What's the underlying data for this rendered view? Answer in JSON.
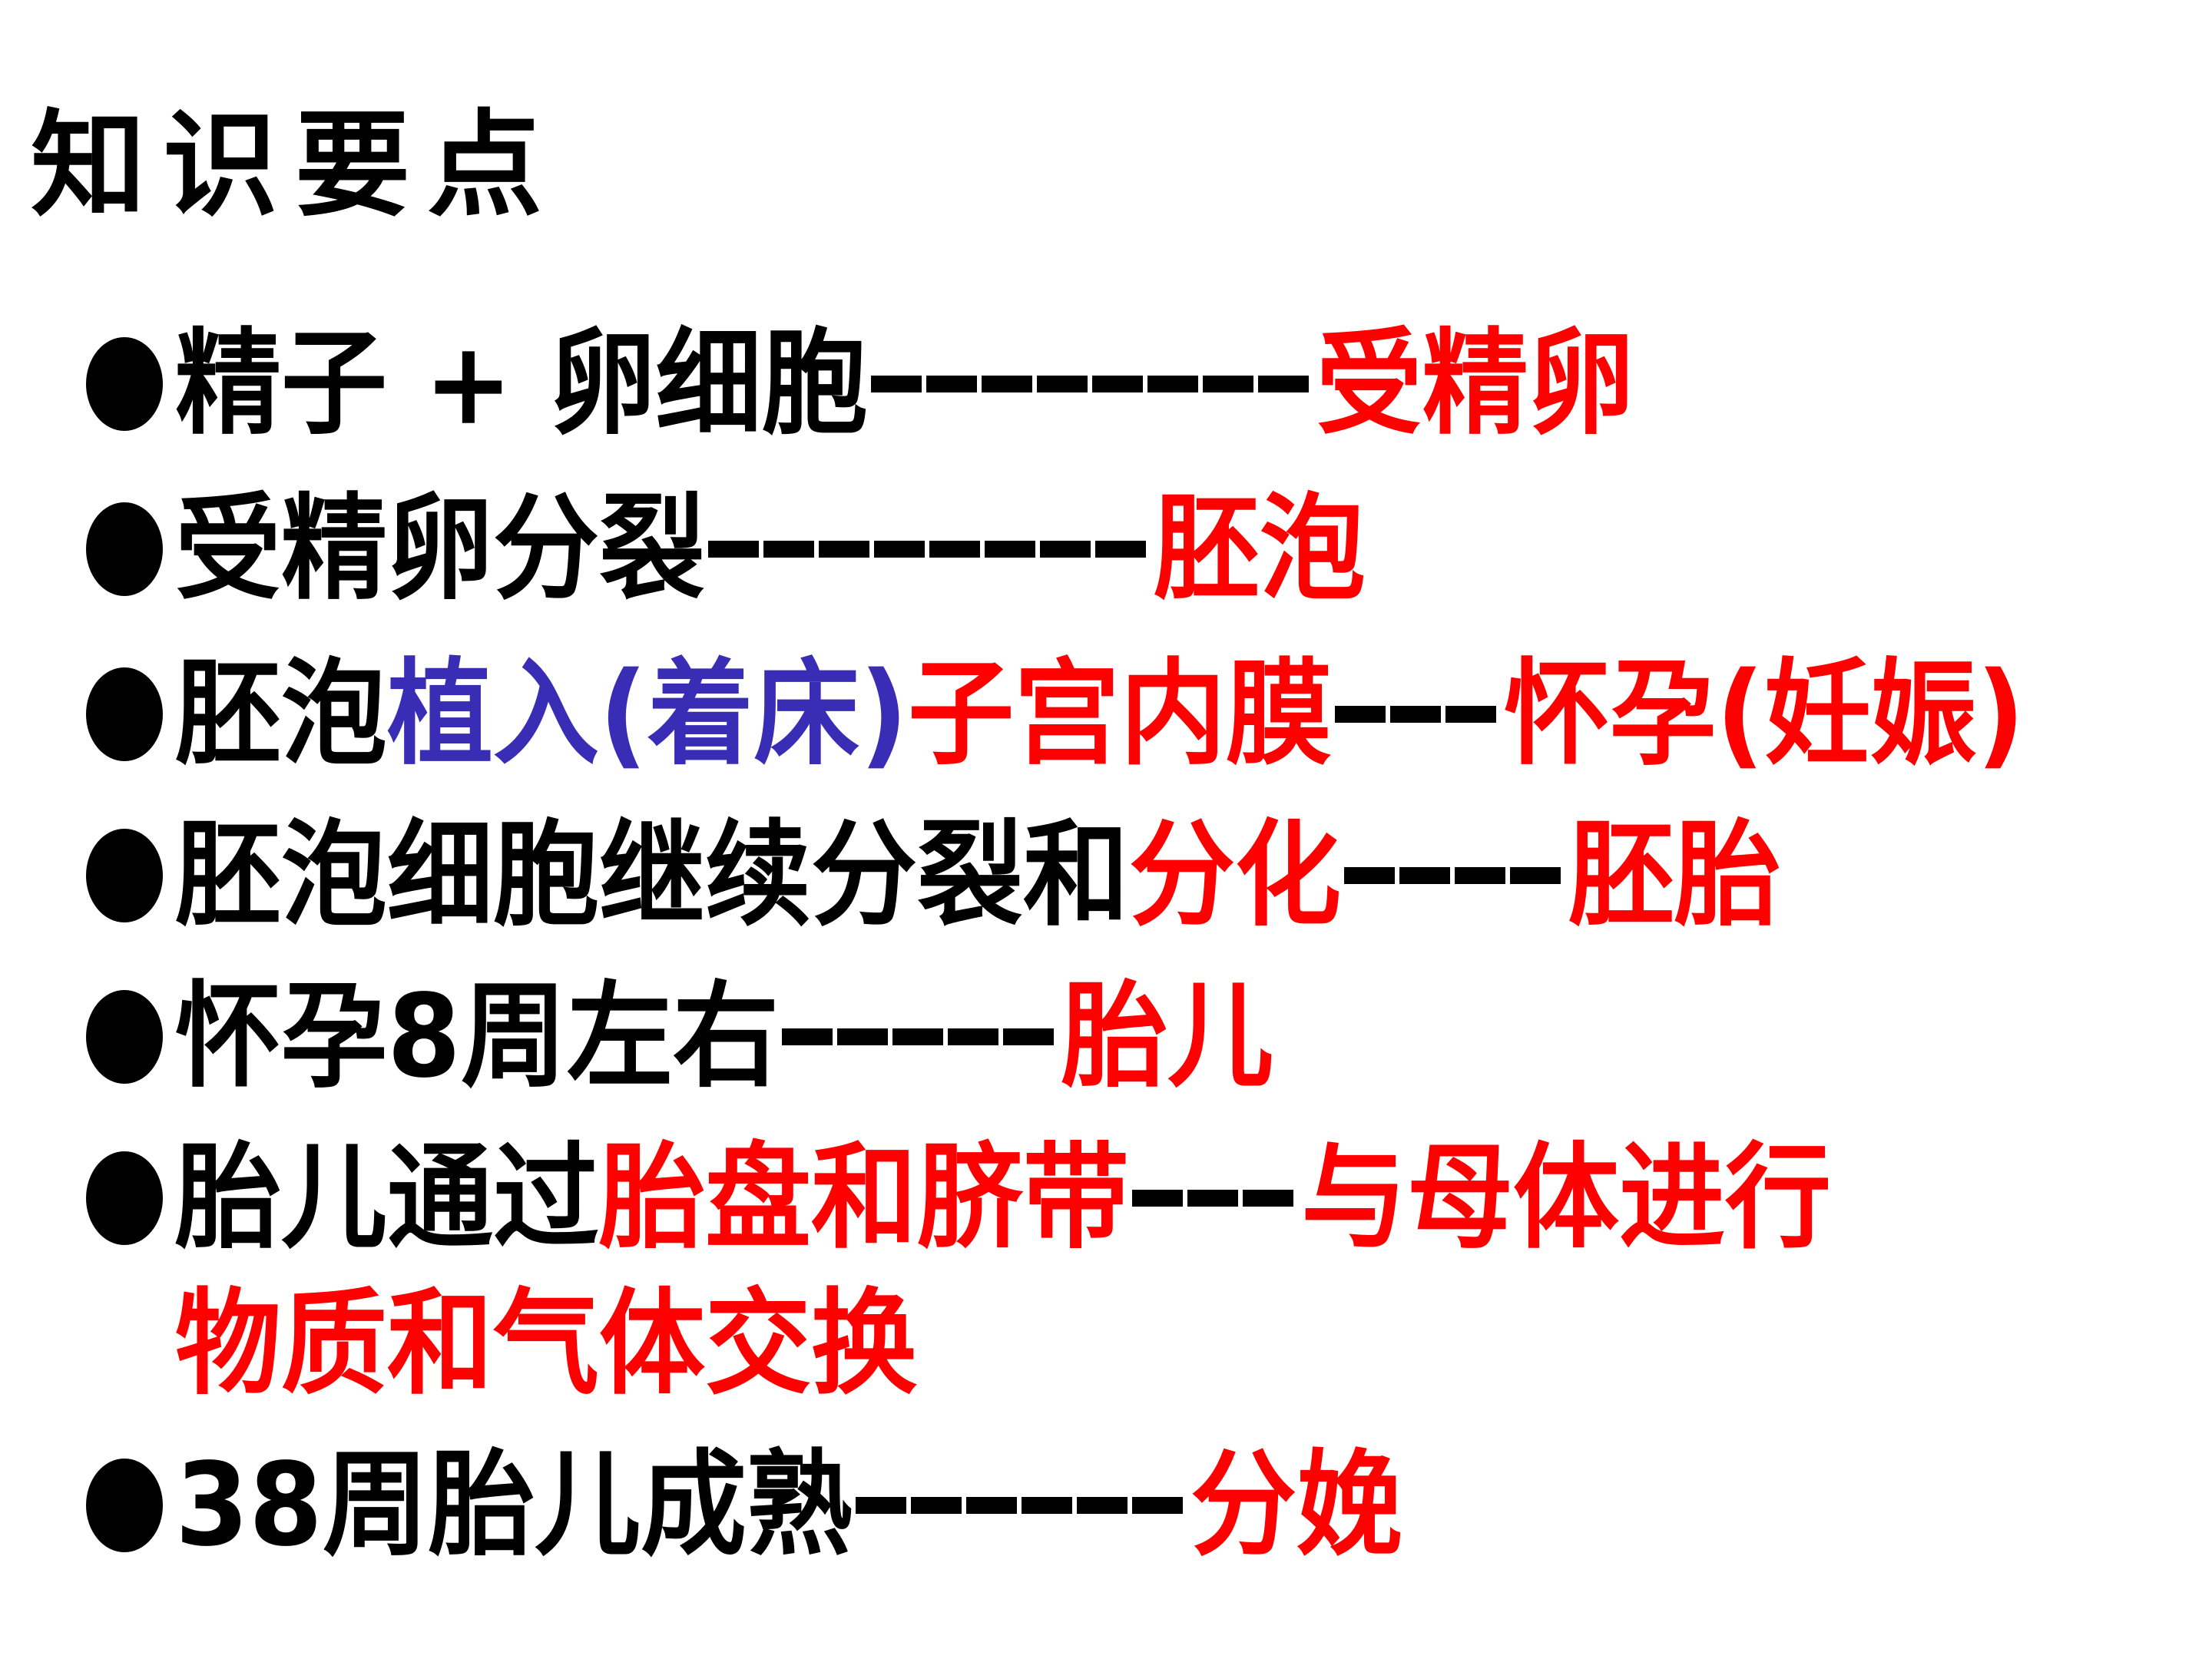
{
  "title": "知识要点",
  "colors": {
    "black": "#000000",
    "red": "#ff0000",
    "blue": "#3a2db5"
  },
  "lines": [
    {
      "segments": [
        {
          "text": "精子 + 卵细胞",
          "color": "black"
        },
        {
          "dashes": 8
        },
        {
          "text": "受精卵",
          "color": "red"
        }
      ]
    },
    {
      "segments": [
        {
          "text": "受精卵分裂",
          "color": "black"
        },
        {
          "dashes": 8
        },
        {
          "text": "胚泡",
          "color": "red"
        }
      ]
    },
    {
      "segments": [
        {
          "text": "胚泡",
          "color": "black"
        },
        {
          "text": "植入(着床)",
          "color": "blue"
        },
        {
          "text": "子宫内膜",
          "color": "red"
        },
        {
          "dashes": 3
        },
        {
          "text": "怀孕(妊娠)",
          "color": "red"
        }
      ]
    },
    {
      "segments": [
        {
          "text": "胚泡细胞继续分裂和",
          "color": "black"
        },
        {
          "text": "分化",
          "color": "red"
        },
        {
          "dashes": 4
        },
        {
          "text": "胚胎",
          "color": "red"
        }
      ]
    },
    {
      "segments": [
        {
          "text": "怀孕8周左右",
          "color": "black"
        },
        {
          "dashes": 5
        },
        {
          "text": "胎儿",
          "color": "red"
        }
      ]
    },
    {
      "segments": [
        {
          "text": "胎儿通过",
          "color": "black"
        },
        {
          "text": "胎盘和脐带",
          "color": "red"
        },
        {
          "dashes": 3
        },
        {
          "text": "与母体进行",
          "color": "red"
        }
      ],
      "continuation": {
        "text": "物质和气体交换",
        "color": "red"
      }
    },
    {
      "segments": [
        {
          "text": "38周胎儿成熟",
          "color": "black"
        },
        {
          "dashes": 6
        },
        {
          "text": "分娩",
          "color": "red"
        }
      ]
    }
  ]
}
